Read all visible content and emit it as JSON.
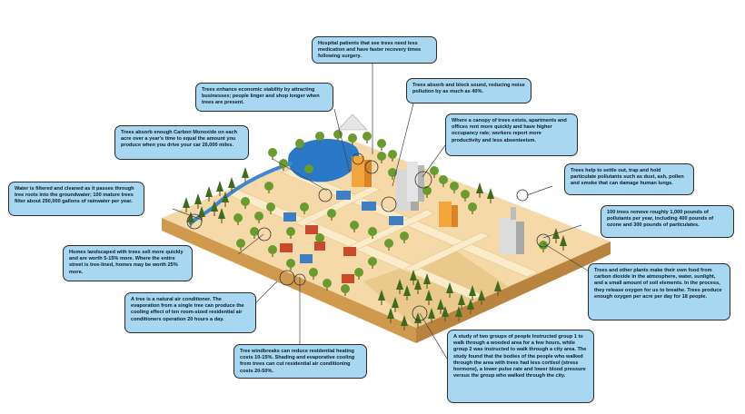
{
  "colors": {
    "callout_bg": "#a7d7f1",
    "ground": "#f5d9a8",
    "ground_side": "#cf9a4e",
    "water": "#2a78c8",
    "tree_green": "#6a9b2e",
    "tree_dark": "#3e6b1c",
    "road": "#fbebc8"
  },
  "callouts": [
    {
      "id": "hospital",
      "text": "Hospital patients that see trees need less medication and have faster recovery times following surgery."
    },
    {
      "id": "economic",
      "text": "Trees enhance economic stability by attracting businesses; people linger and shop longer when trees are present."
    },
    {
      "id": "noise",
      "text": "Trees absorb and block sound, reducing noise pollution by as much as 40%."
    },
    {
      "id": "carbon-monoxide",
      "text": "Trees absorb enough Carbon Monoxide on each acre over a year's time to equal the amount you produce when you drive your car 26,000 miles."
    },
    {
      "id": "canopy-offices",
      "text": "Where a canopy of trees exists, apartments and offices rent more quickly and have higher occupancy rate; workers report more productivity and less absenteeism."
    },
    {
      "id": "particulates-settle",
      "text": "Trees help to settle out, trap and hold particulate pollutants such as dust, ash, pollen and smoke that can damage human lungs."
    },
    {
      "id": "water",
      "text": "Water is filtered and cleaned as it passes through tree roots into the groundwater; 100 mature trees filter about 250,000 gallons of rainwater per year."
    },
    {
      "id": "pollutants-removed",
      "text": "100 trees remove roughly 1,000 pounds of pollutants per year, including 400 pounds of ozone and 300 pounds of particulates."
    },
    {
      "id": "homes-value",
      "text": "Homes landscaped with trees sell more quickly and are worth 5-15% more. Where the entire street is tree-lined, homes may be worth 25% more."
    },
    {
      "id": "oxygen",
      "text": "Trees and other plants make their own food from carbon dioxide in the atmosphere, water, sunlight, and a small amount of soil elements. In the process, they release oxygen for us to breathe. Trees produce enough oxygen per acre per day for 18 people."
    },
    {
      "id": "air-conditioner",
      "text": "A tree is a natural air conditioner. The evaporation from a single tree can produce the cooling effect of ten room-sized residential air conditioners operation 20 hours a day."
    },
    {
      "id": "windbreaks",
      "text": "Tree windbreaks can reduce residential heating costs 10-15%. Shading and evaporative cooling from trees can cut residential air conditioning costs 20-50%."
    },
    {
      "id": "study",
      "text": "A study of two groups of people Instructed group 1 to walk through a wooded area for a few hours, while group 2 was instructed to walk through a city area. The study found that the bodies of the people who walked through the area with trees had less cortisol (stress hormone), a lower pulse rate and lower blood pressure versus the group who walked through the city."
    }
  ]
}
